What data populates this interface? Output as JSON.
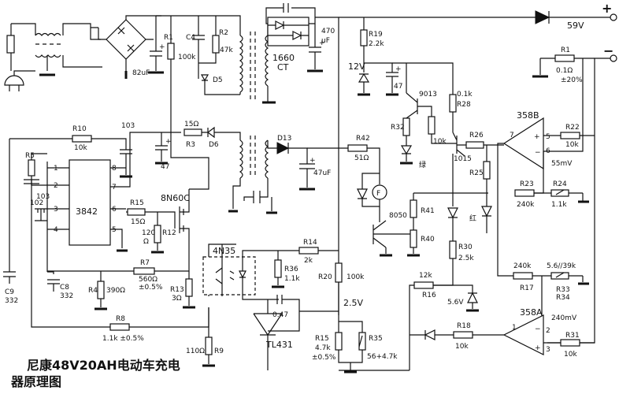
{
  "title": {
    "line1": "尼康48V20AH电动车充电",
    "line2": "器原理图"
  },
  "output": {
    "plus": "+",
    "minus": "−",
    "voltage": "59V"
  },
  "components": {
    "R1_top": "R1",
    "R1_val": "100k",
    "C4": "C4",
    "R2": "R2",
    "R2_val": "47k",
    "D5": "D5",
    "cap_82": "82uF",
    "R10": "R10",
    "R10_val": "10k",
    "c103a": "103",
    "c103b": "103",
    "R5": "R5",
    "R3": "R3",
    "R3_val": "15Ω",
    "D6": "D6",
    "c47": "47",
    "ic3842": "3842",
    "pin1": "1",
    "pin2": "2",
    "pin3": "3",
    "pin4": "4",
    "pin5": "5",
    "pin6": "6",
    "pin7": "7",
    "pin8": "8",
    "R15a": "R15",
    "R15a_val": "15Ω",
    "mosfet": "8N60C",
    "R12": "R12",
    "R12_val": "120",
    "R12_unit": "Ω",
    "R7": "R7",
    "R7_val": "560Ω",
    "R7_tol": "±0.5%",
    "R4": "R4",
    "R4_val": "390Ω",
    "R13": "R13",
    "R13_val": "3Ω",
    "C9": "C9",
    "C9_val": "332",
    "C8": "C8",
    "C8_val": "332",
    "c102": "102",
    "R8": "R8",
    "R8_val": "1.1k ±0.5%",
    "R9": "R9",
    "R9_val": "110Ω",
    "xfmr_cap_470": "470",
    "xfmr_cap_uf": "uF",
    "ct": "1660",
    "ct2": "CT",
    "D13": "D13",
    "c47uf": "47uF",
    "R42": "R42",
    "R42_val": "51Ω",
    "fan": "F",
    "opto": "4N35",
    "R14": "R14",
    "R14_val": "2k",
    "R36": "R36",
    "R36_val": "1.1k",
    "R20": "R20",
    "R20_val": "100k",
    "c047": "0.47",
    "v25": "2.5V",
    "tl431": "TL431",
    "R15b": "R15",
    "R15b_val": "4.7k",
    "R15b_tol": "±0.5%",
    "R35": "R35",
    "R35_val": "56+4.7k",
    "R19": "R19",
    "R19_val": "2.2k",
    "v12": "12V",
    "c47b": "47",
    "q9013": "9013",
    "R28": "R28",
    "R28_val": "0.1k",
    "R32": "R32",
    "green": "绿",
    "R_10k": "10k",
    "q1015": "1015",
    "R26": "R26",
    "R25": "R25",
    "R41": "R41",
    "R40": "R40",
    "q8050": "8050",
    "red": "红",
    "R30": "R30",
    "R30_val": "2.5k",
    "R16": "R16",
    "R16_val": "12k",
    "z56": "5.6V",
    "R18": "R18",
    "R18_val": "10k",
    "R1_shunt": "R1",
    "R1_shunt_val": "0.1Ω",
    "R1_shunt_tol": "±20%",
    "u358b": "358B",
    "R22": "R22",
    "R22_val": "10k",
    "mv55": "55mV",
    "R23": "R23",
    "R23_val": "240k",
    "R24": "R24",
    "R24_val": "1.1k",
    "R17": "R17",
    "R17_val": "240k",
    "R33": "R33",
    "R34": "R34",
    "R33_val": "5.6//39k",
    "u358a": "358A",
    "mv240": "240mV",
    "R31": "R31",
    "R31_val": "10k",
    "opB5": "5",
    "opB6": "6",
    "opB7": "7",
    "opA1": "1",
    "opA2": "2",
    "opA3": "3"
  }
}
